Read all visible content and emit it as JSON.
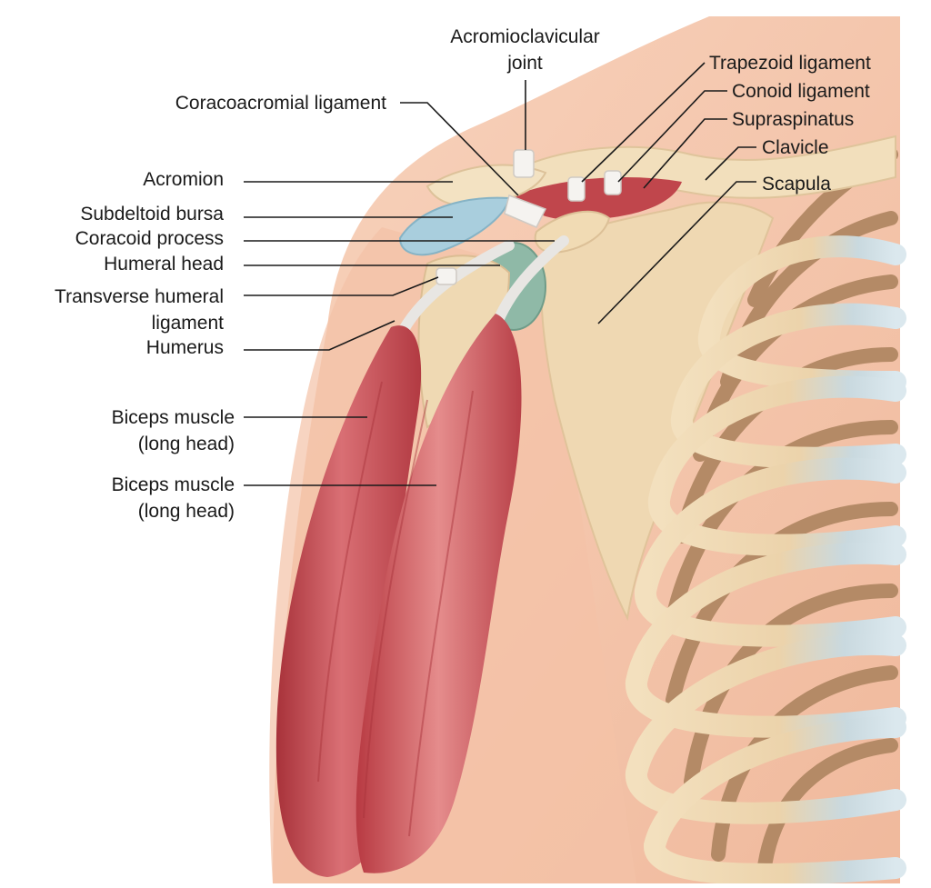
{
  "labels": {
    "acromioclavicular_joint": [
      "Acromioclavicular",
      "joint"
    ],
    "coracoacromial_ligament": "Coracoacromial ligament",
    "acromion": "Acromion",
    "subdeltoid_bursa": "Subdeltoid bursa",
    "coracoid_process": "Coracoid process",
    "humeral_head": "Humeral head",
    "transverse_humeral_ligament": [
      "Transverse humeral",
      "ligament"
    ],
    "humerus": "Humerus",
    "biceps_long_head_1": [
      "Biceps muscle",
      "(long head)"
    ],
    "biceps_long_head_2": [
      "Biceps muscle",
      "(long head)"
    ],
    "trapezoid_ligament": "Trapezoid ligament",
    "conoid_ligament": "Conoid ligament",
    "supraspinatus": "Supraspinatus",
    "clavicle": "Clavicle",
    "scapula": "Scapula"
  },
  "colors": {
    "skin": "#f6c8ad",
    "skin_shadow": "#eaa98b",
    "bone": "#f1dcb7",
    "rib": "#b8906b",
    "cartilage": "#d3e4ea",
    "muscle": "#c8474d",
    "muscle_light": "#e4898a",
    "bursa": "#a9cedd",
    "humeral_head": "#8fb9a7",
    "ligament": "#f3f1ee",
    "leader": "#1a1a1a"
  }
}
